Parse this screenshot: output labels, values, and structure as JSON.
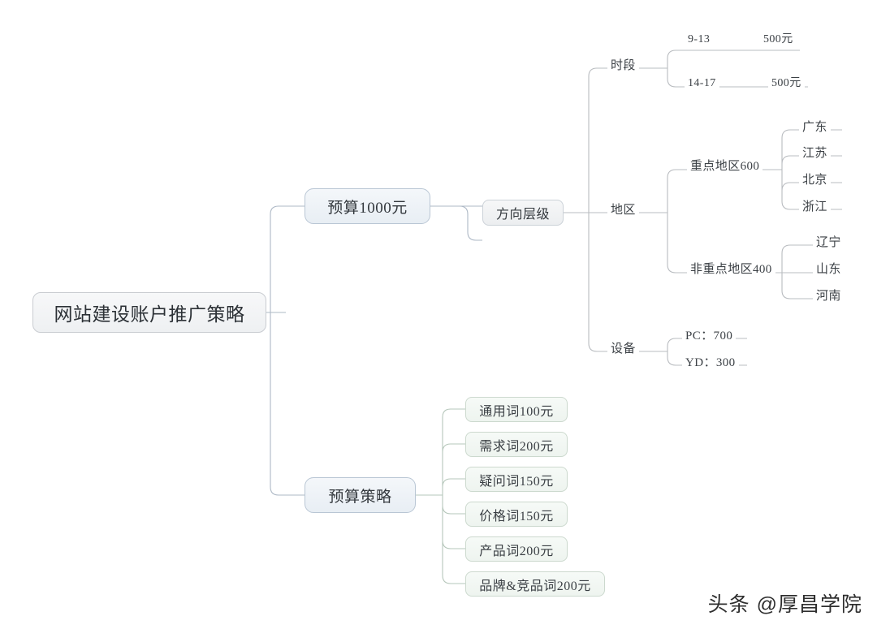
{
  "diagram": {
    "type": "mindmap",
    "title": "网站建设账户推广策略",
    "watermark": "头条 @厚昌学院",
    "colors": {
      "root_fill": "#f2f4f6",
      "root_border": "#c9ccd1",
      "level1_fill": "#eef3f8",
      "level1_border": "#b9c6d4",
      "level2_fill": "#f1f3f5",
      "level2_border": "#ccd2d8",
      "keyword_fill": "#f2f7f3",
      "keyword_border": "#ccd9ce",
      "connector": "#b9bcc0",
      "text": "#33383d"
    },
    "root": {
      "label": "网站建设账户推广策略"
    },
    "branches": [
      {
        "label": "预算1000元",
        "children": [
          {
            "label": "方向层级",
            "children": [
              {
                "label": "时段",
                "children": [
                  {
                    "label": "9-13",
                    "value": "500元"
                  },
                  {
                    "label": "14-17",
                    "value": "500元"
                  }
                ]
              },
              {
                "label": "地区",
                "children": [
                  {
                    "label": "重点地区600",
                    "children": [
                      {
                        "label": "广东"
                      },
                      {
                        "label": "江苏"
                      },
                      {
                        "label": "北京"
                      },
                      {
                        "label": "浙江"
                      }
                    ]
                  },
                  {
                    "label": "非重点地区400",
                    "children": [
                      {
                        "label": "辽宁"
                      },
                      {
                        "label": "山东"
                      },
                      {
                        "label": "河南"
                      }
                    ]
                  }
                ]
              },
              {
                "label": "设备",
                "children": [
                  {
                    "label": "PC：700"
                  },
                  {
                    "label": "YD：300"
                  }
                ]
              }
            ]
          }
        ]
      },
      {
        "label": "预算策略",
        "children": [
          {
            "label": "通用词100元"
          },
          {
            "label": "需求词200元"
          },
          {
            "label": "疑问词150元"
          },
          {
            "label": "价格词150元"
          },
          {
            "label": "产品词200元"
          },
          {
            "label": "品牌&竞品词200元"
          }
        ]
      }
    ]
  }
}
